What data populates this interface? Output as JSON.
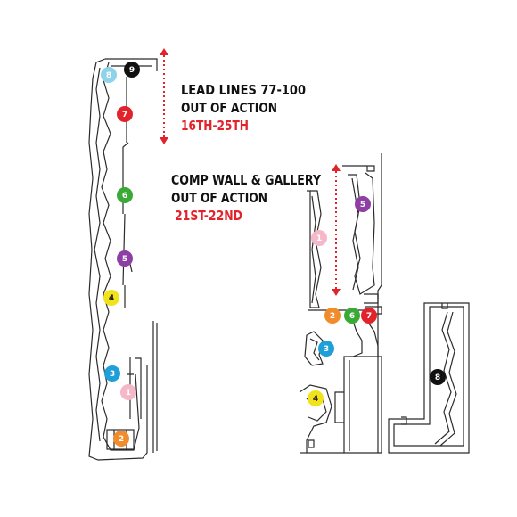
{
  "colors": {
    "outline": "#2b2b2b",
    "alert_red": "#e2232b",
    "text_black": "#111111",
    "background": "#ffffff"
  },
  "notices": [
    {
      "id": "lead",
      "line1": "LEAD LINES 77-100",
      "line2": "OUT OF ACTION",
      "dates": "16TH-25TH"
    },
    {
      "id": "comp",
      "line1": "COMP WALL & GALLERY",
      "line2": "OUT OF ACTION",
      "dates": "21ST-22ND"
    }
  ],
  "markers": [
    {
      "id": "left-9",
      "label": "9",
      "color": "#111111"
    },
    {
      "id": "left-8",
      "label": "8",
      "color": "#8fd3ea"
    },
    {
      "id": "left-7",
      "label": "7",
      "color": "#e2232b"
    },
    {
      "id": "left-6",
      "label": "6",
      "color": "#3aa935"
    },
    {
      "id": "left-5",
      "label": "5",
      "color": "#8e3fa3"
    },
    {
      "id": "left-4",
      "label": "4",
      "color": "#f2e21c"
    },
    {
      "id": "left-3",
      "label": "3",
      "color": "#1f9fd7"
    },
    {
      "id": "left-1",
      "label": "1",
      "color": "#f5b8c9"
    },
    {
      "id": "left-2",
      "label": "2",
      "color": "#f28c2a"
    },
    {
      "id": "right-5",
      "label": "5",
      "color": "#8e3fa3"
    },
    {
      "id": "right-1",
      "label": "1",
      "color": "#f5b8c9"
    },
    {
      "id": "right-2",
      "label": "2",
      "color": "#f28c2a"
    },
    {
      "id": "right-6",
      "label": "6",
      "color": "#3aa935"
    },
    {
      "id": "right-7",
      "label": "7",
      "color": "#e2232b"
    },
    {
      "id": "right-3",
      "label": "3",
      "color": "#1f9fd7"
    },
    {
      "id": "right-4",
      "label": "4",
      "color": "#f2e21c"
    },
    {
      "id": "right-8",
      "label": "8",
      "color": "#111111"
    }
  ]
}
